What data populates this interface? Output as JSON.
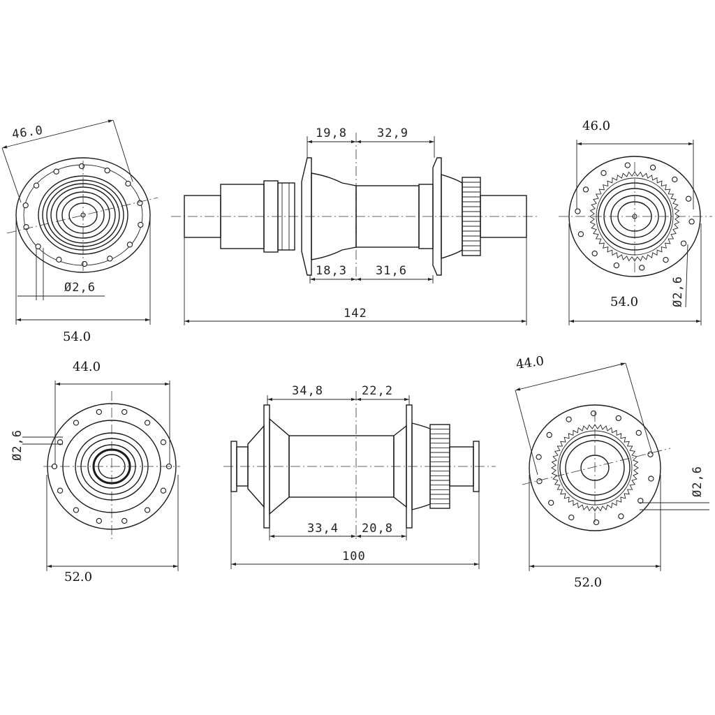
{
  "views": {
    "rear_left": {
      "top_dim": "46.0",
      "bottom_dim": "54.0",
      "hole_dim": "Ø2,6"
    },
    "rear_side": {
      "dim_top_a": "19,8",
      "dim_top_b": "32,9",
      "dim_bot_a": "18,3",
      "dim_bot_b": "31,6",
      "overall": "142"
    },
    "rear_right": {
      "top_dim": "46.0",
      "bottom_dim": "54.0",
      "hole_dim": "Ø2,6"
    },
    "front_left": {
      "top_dim": "44.0",
      "bottom_dim": "52.0",
      "hole_dim": "Ø2,6"
    },
    "front_side": {
      "dim_top_a": "34,8",
      "dim_top_b": "22,2",
      "dim_bot_a": "33,4",
      "dim_bot_b": "20,8",
      "overall": "100"
    },
    "front_right": {
      "top_dim": "44.0",
      "bottom_dim": "52.0",
      "hole_dim": "Ø2,6"
    }
  },
  "colors": {
    "line": "#1a1a1a",
    "background": "#ffffff"
  }
}
